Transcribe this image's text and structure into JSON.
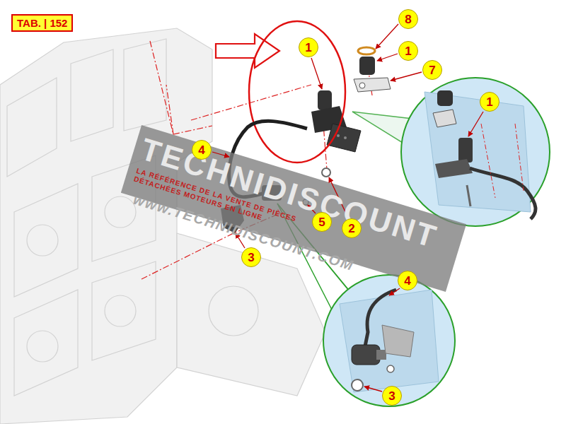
{
  "diagram": {
    "title": "TAB. | 152",
    "labels": [
      "8",
      "1",
      "1",
      "7",
      "1",
      "4",
      "5",
      "2",
      "3",
      "4",
      "3",
      "TECHNIDISCOUNT",
      "LA RÉFÉRENCE DE LA VENTE DE PIÈCES DÉTACHÉES MOTEURS EN LIGNE",
      "www.TECHNIDISCOUNT.COM"
    ]
  }
}
